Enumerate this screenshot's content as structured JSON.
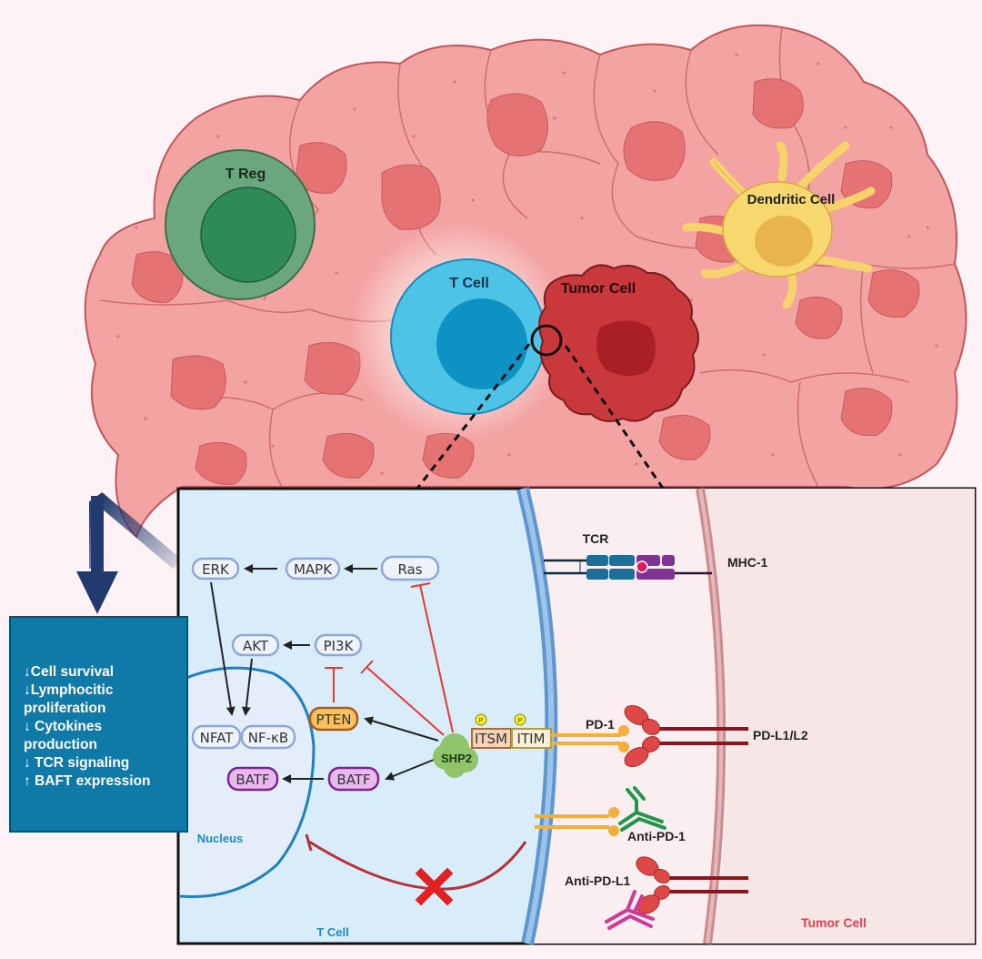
{
  "top_scene": {
    "labels": {
      "t_reg": "T Reg",
      "t_cell": "T Cell",
      "tumor_cell": "Tumor Cell",
      "dendritic_cell": "Dendritic Cell"
    }
  },
  "inset": {
    "region_labels": {
      "nucleus": "Nucleus",
      "t_cell": "T Cell",
      "tumor_cell": "Tumor Cell"
    },
    "pathway_nodes": {
      "erk": "ERK",
      "mapk": "MAPK",
      "ras": "Ras",
      "akt": "AKT",
      "pi3k": "PI3K",
      "pten": "PTEN",
      "nfat": "NFAT",
      "nfkb": "NF-κB",
      "batf_nuclear": "BATF",
      "batf_cyto": "BATF",
      "shp2": "SHP2",
      "itsm": "ITSM",
      "itim": "ITIM",
      "phospho": "P"
    },
    "receptor_labels": {
      "tcr": "TCR",
      "mhc1": "MHC-1",
      "pd1": "PD-1",
      "pdl1l2": "PD-L1/L2",
      "anti_pd1": "Anti-PD-1",
      "anti_pdl1": "Anti-PD-L1"
    }
  },
  "summary": {
    "items": [
      "↓Cell survival",
      "↓Lymphocitic",
      "proliferation",
      "↓ Cytokines",
      "production",
      "↓ TCR signaling",
      "↑ BAFT expression"
    ]
  },
  "colors": {
    "tumor_tissue": "#f4a3a3",
    "tumor_nucleus": "#e57373",
    "t_cell": "#4dc3e6",
    "t_reg": "#5a9c72",
    "dendritic": "#f6d36b",
    "tumor_cell_highlight": "#c9383a",
    "inhibition": "#e53935",
    "summary_box": "#0f7aa8"
  }
}
